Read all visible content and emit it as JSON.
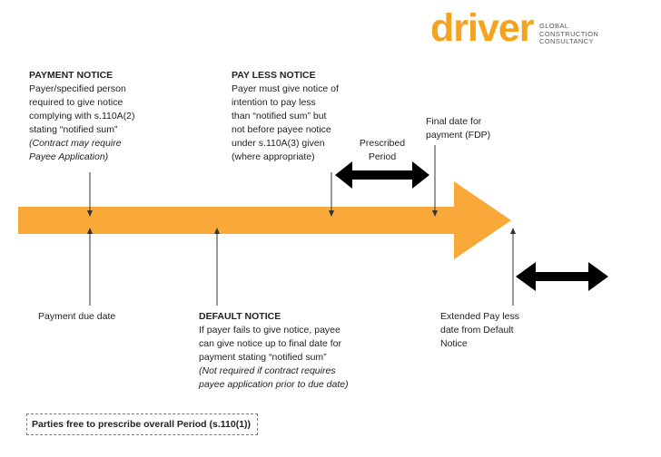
{
  "logo": {
    "word": "driver",
    "line1": "GLOBAL",
    "line2": "CONSTRUCTION",
    "line3": "CONSULTANCY",
    "brand_color": "#f5a31e"
  },
  "payment_notice": {
    "title": "PAYMENT NOTICE",
    "line1": "Payer/specified person",
    "line2": "required to give notice",
    "line3": "complying with s.110A(2)",
    "line4": "stating “notified sum”",
    "line5": "(Contract may require",
    "line6": "Payee Application)"
  },
  "pay_less_notice": {
    "title": "PAY LESS NOTICE",
    "line1": "Payer must give notice of",
    "line2": "intention to pay less",
    "line3": "than “notified sum” but",
    "line4": "not before payee notice",
    "line5": "under s.110A(3) given",
    "line6": "(where appropriate)"
  },
  "prescribed_period": {
    "line1": "Prescribed",
    "line2": "Period"
  },
  "final_date": {
    "line1": "Final date for",
    "line2": "payment (FDP)"
  },
  "payment_due_date": {
    "label": "Payment due date"
  },
  "default_notice": {
    "title": "DEFAULT NOTICE",
    "line1": "If payer fails to give notice, payee",
    "line2": "can give notice up to final date for",
    "line3": "payment stating “notified sum”",
    "line4": "(Not required if contract requires",
    "line5": "payee application prior to due date)"
  },
  "extended_pay_less": {
    "line1": "Extended Pay less",
    "line2": "date from Default",
    "line3": "Notice"
  },
  "summary": {
    "text": "Parties free to prescribe overall Period (s.110(1))"
  },
  "colors": {
    "timeline_arrow": "#f8a93a",
    "connector": "#333333",
    "period_arrow": "#000000"
  }
}
